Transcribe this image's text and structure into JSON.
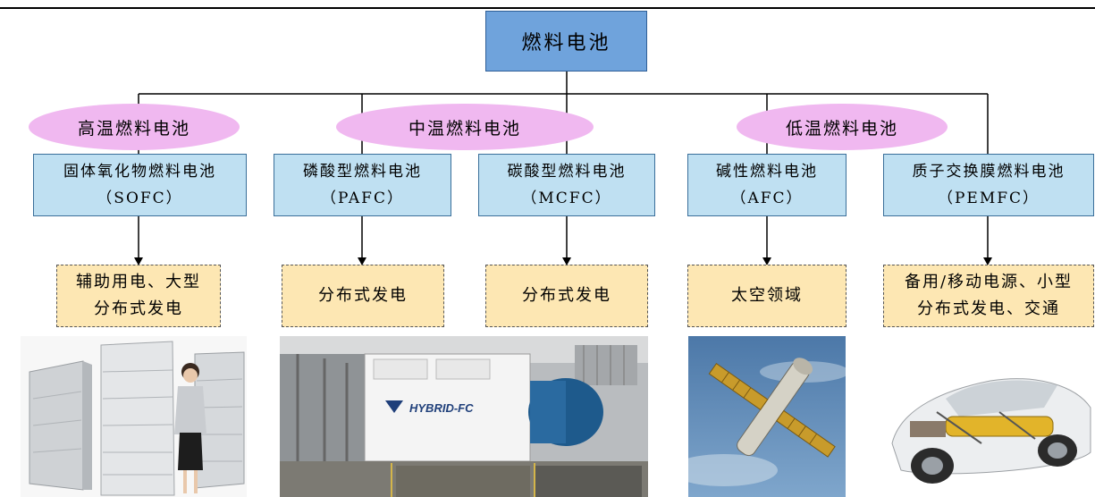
{
  "root": {
    "label": "燃料电池"
  },
  "categories": [
    {
      "label": "高温燃料电池"
    },
    {
      "label": "中温燃料电池"
    },
    {
      "label": "低温燃料电池"
    }
  ],
  "types": [
    {
      "name": "固体氧化物燃料电池",
      "abbr": "（SOFC）",
      "application": [
        "辅助用电、大型",
        "分布式发电"
      ]
    },
    {
      "name": "磷酸型燃料电池",
      "abbr": "（PAFC）",
      "application": [
        "分布式发电"
      ]
    },
    {
      "name": "碳酸型燃料电池",
      "abbr": "（MCFC）",
      "application": [
        "分布式发电"
      ]
    },
    {
      "name": "碱性燃料电池",
      "abbr": "（AFC）",
      "application": [
        "太空领域"
      ]
    },
    {
      "name": "质子交换膜燃料电池",
      "abbr": "（PEMFC）",
      "application": [
        "备用/移动电源、小型",
        "分布式发电、交通"
      ]
    }
  ],
  "photos": {
    "hybrid_fc_label": "HYBRID-FC"
  }
}
